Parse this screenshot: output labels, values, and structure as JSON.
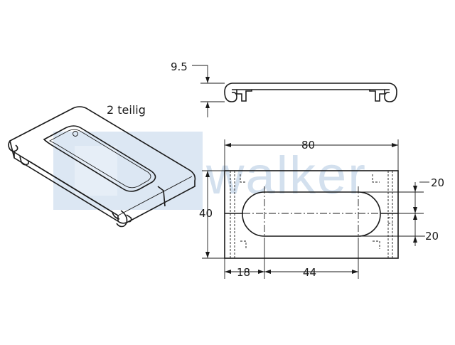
{
  "watermark": {
    "text": "walker",
    "color": "#d3e0ee"
  },
  "note": {
    "text": "2 teilig"
  },
  "dimensions": {
    "thickness": "9.5",
    "length": "80",
    "width": "40",
    "slot_offset_top": "20",
    "slot_offset_bottom": "20",
    "end_offset": "18",
    "slot_center_distance": "44"
  },
  "colors": {
    "line": "#1a1a1a",
    "watermark_block": "#dce7f3"
  }
}
